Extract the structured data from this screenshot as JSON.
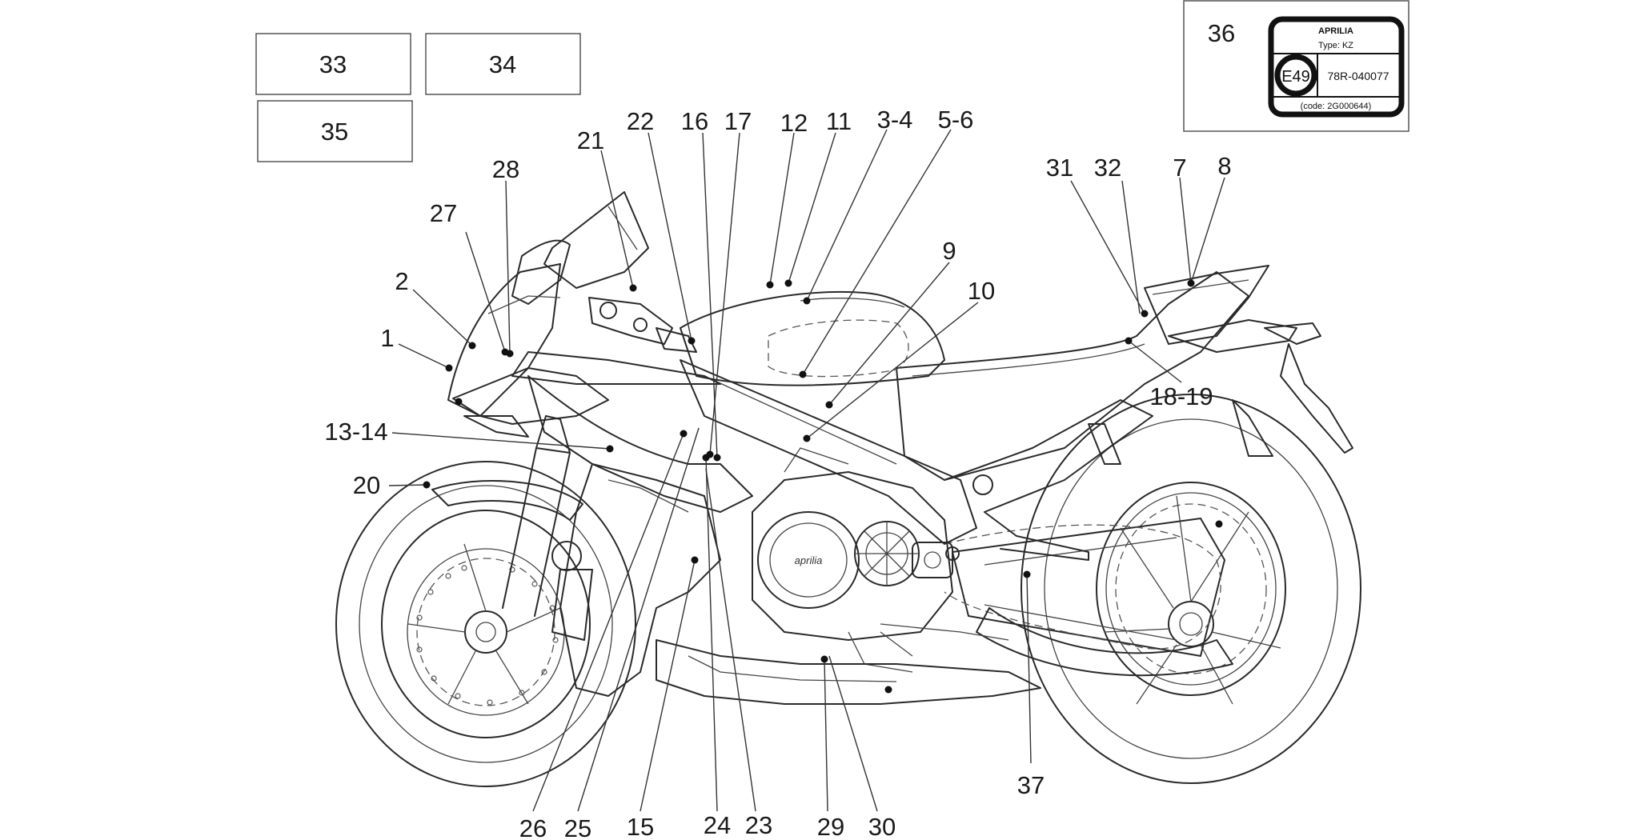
{
  "boxes": [
    {
      "id": "box-33",
      "label": "33"
    },
    {
      "id": "box-34",
      "label": "34"
    },
    {
      "id": "box-35",
      "label": "35"
    }
  ],
  "plate": {
    "number": "36",
    "brand": "APRILIA",
    "type_line": "Type: KZ",
    "approval_mark": "E49",
    "approval_number": "78R-040077",
    "code_line": "(code: 2G000644)"
  },
  "engine_logo": "aprilia",
  "callouts": [
    "1",
    "2",
    "27",
    "28",
    "21",
    "22",
    "16",
    "17",
    "12",
    "11",
    "3-4",
    "5-6",
    "9",
    "10",
    "31",
    "32",
    "7",
    "8",
    "18-19",
    "13-14",
    "20",
    "37",
    "26",
    "25",
    "15",
    "24",
    "23",
    "29",
    "30"
  ]
}
